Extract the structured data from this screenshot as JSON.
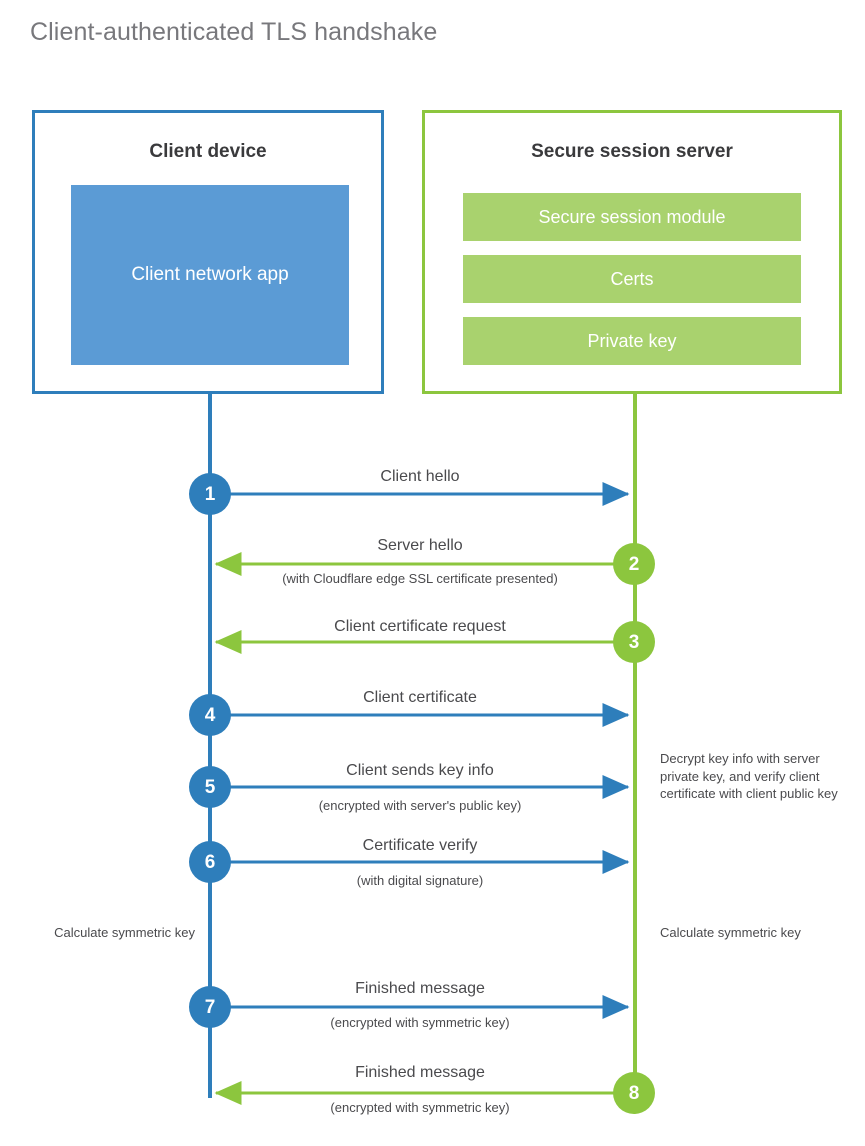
{
  "page_title": "Client-authenticated TLS handshake",
  "colors": {
    "client_accent": "#2e7ebb",
    "client_app_fill": "#5b9bd5",
    "server_accent": "#8cc63e",
    "server_bar_fill": "#a9d26e",
    "title_text": "#78787c",
    "body_text": "#4a4a4d",
    "background": "#ffffff"
  },
  "actors": {
    "client": {
      "title": "Client device",
      "app_label": "Client network app"
    },
    "server": {
      "title": "Secure session server",
      "modules": [
        "Secure session module",
        "Certs",
        "Private key"
      ]
    }
  },
  "messages": [
    {
      "step": "1",
      "label": "Client hello",
      "sub": "",
      "direction": "client-to-server",
      "color": "#2e7ebb"
    },
    {
      "step": "2",
      "label": "Server hello",
      "sub": "(with Cloudflare edge SSL certificate presented)",
      "direction": "server-to-client",
      "color": "#8cc63e"
    },
    {
      "step": "3",
      "label": "Client certificate request",
      "sub": "",
      "direction": "server-to-client",
      "color": "#8cc63e"
    },
    {
      "step": "4",
      "label": "Client certificate",
      "sub": "",
      "direction": "client-to-server",
      "color": "#2e7ebb"
    },
    {
      "step": "5",
      "label": "Client sends key info",
      "sub": "(encrypted with server's public key)",
      "direction": "client-to-server",
      "color": "#2e7ebb"
    },
    {
      "step": "6",
      "label": "Certificate verify",
      "sub": "(with digital signature)",
      "direction": "client-to-server",
      "color": "#2e7ebb"
    },
    {
      "step": "7",
      "label": "Finished message",
      "sub": "(encrypted with symmetric key)",
      "direction": "client-to-server",
      "color": "#2e7ebb"
    },
    {
      "step": "8",
      "label": "Finished message",
      "sub": "(encrypted with symmetric key)",
      "direction": "server-to-client",
      "color": "#8cc63e"
    }
  ],
  "annotations": {
    "server_decrypt": "Decrypt key info with server private key, and verify client certificate with client public key",
    "client_symmetric": "Calculate symmetric key",
    "server_symmetric": "Calculate symmetric key"
  }
}
